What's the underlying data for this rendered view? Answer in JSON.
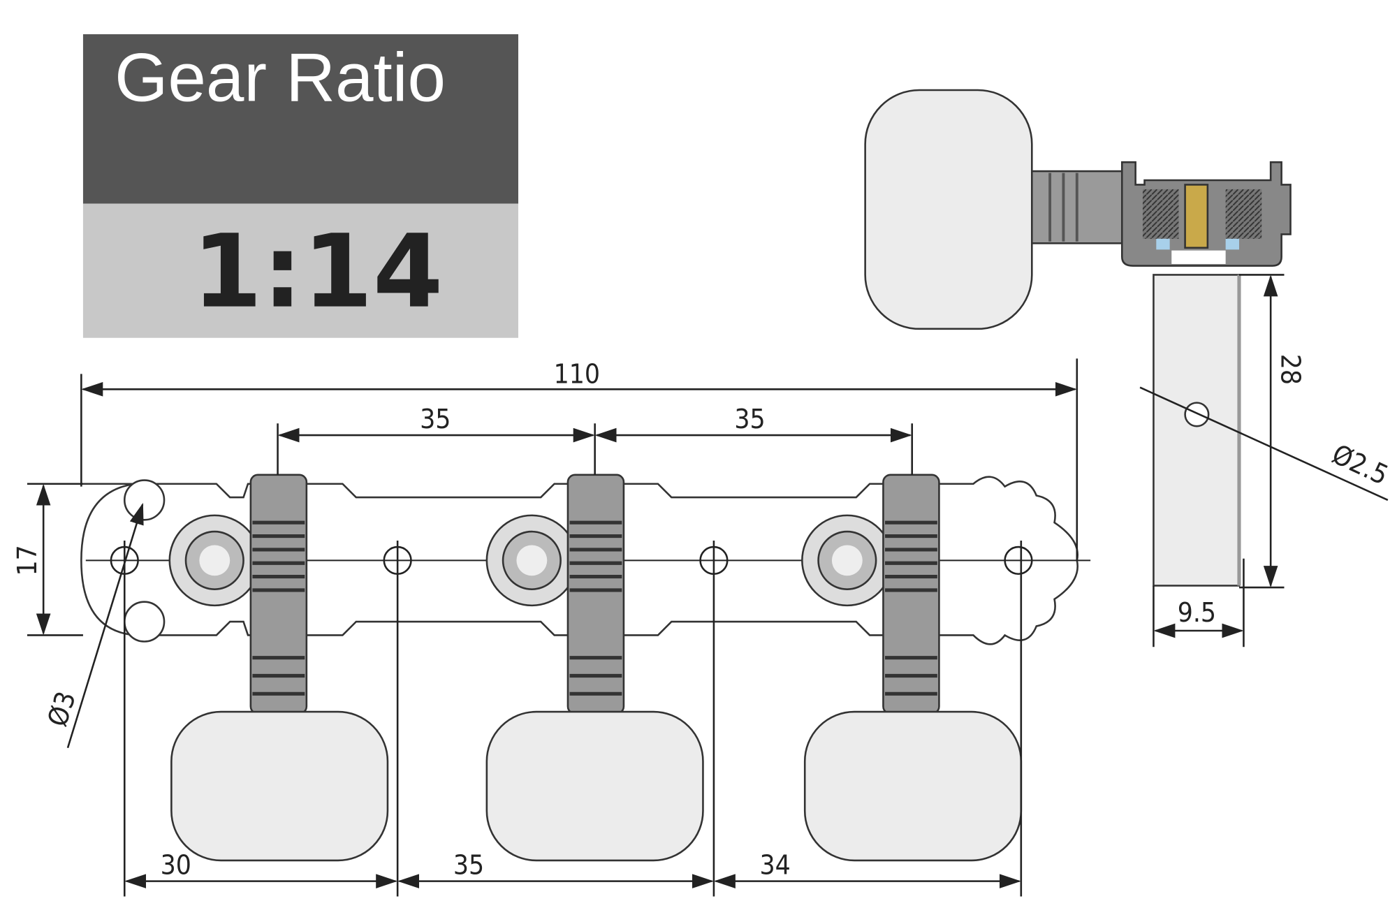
{
  "gear_ratio": {
    "title": "Gear Ratio",
    "value": "1:14"
  },
  "dimensions": {
    "overall_length": "110",
    "post_spacing_1": "35",
    "post_spacing_2": "35",
    "plate_width": "17",
    "mount_hole_diameter": "Ø3",
    "hole_spacing_1": "30",
    "hole_spacing_2": "35",
    "hole_spacing_3": "34",
    "post_height": "28",
    "string_hole_diameter": "Ø2.5",
    "post_diameter": "9.5"
  },
  "colors": {
    "header_dark": "#555555",
    "header_light": "#c8c8c8",
    "knob": "#ececec",
    "metal": "#9a9a9a",
    "bushing": "#c9a94a"
  }
}
